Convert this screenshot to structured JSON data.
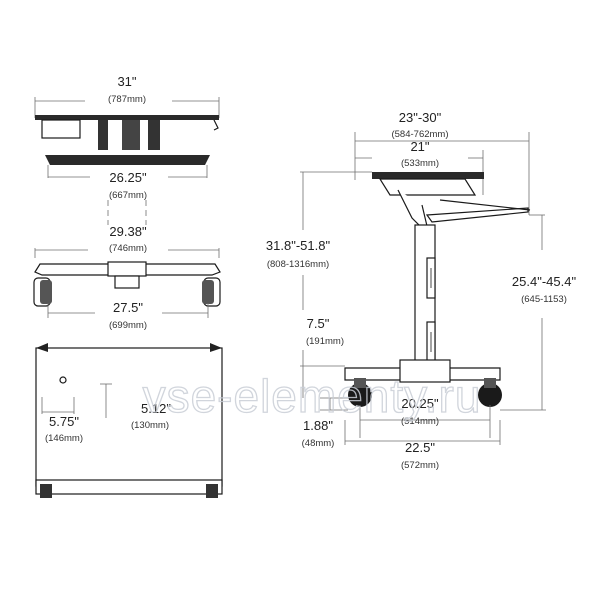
{
  "views": {
    "top": {
      "overall_width": {
        "inches": "31\"",
        "mm": "(787mm)"
      },
      "base_width": {
        "inches": "26.25\"",
        "mm": "(667mm)"
      }
    },
    "front": {
      "leg_span": {
        "inches": "29.38\"",
        "mm": "(746mm)"
      },
      "caster_span": {
        "inches": "27.5\"",
        "mm": "(699mm)"
      }
    },
    "plan": {
      "hole_x": {
        "inches": "5.75\"",
        "mm": "(146mm)"
      },
      "hole_y": {
        "inches": "5.12\"",
        "mm": "(130mm)"
      }
    },
    "side": {
      "worksurface_depth": {
        "inches": "23\"-30\"",
        "mm": "(584-762mm)"
      },
      "tray_depth": {
        "inches": "21\"",
        "mm": "(533mm)"
      },
      "overall_height": {
        "inches": "31.8\"-51.8\"",
        "mm": "(808-1316mm)"
      },
      "surface_height": {
        "inches": "25.4\"-45.4\"",
        "mm": "(645-1153)"
      },
      "base_height": {
        "inches": "7.5\"",
        "mm": "(191mm)"
      },
      "caster_height": {
        "inches": "1.88\"",
        "mm": "(48mm)"
      },
      "inner_base_length": {
        "inches": "20.25\"",
        "mm": "(514mm)"
      },
      "base_length": {
        "inches": "22.5\"",
        "mm": "(572mm)"
      }
    }
  },
  "watermark": "vse-elementy.ru",
  "colors": {
    "outline": "#1a1a1a",
    "dimension_line": "#6f6f6f",
    "body_fill": "#3a3a3a",
    "watermark": "#c9ced6"
  }
}
